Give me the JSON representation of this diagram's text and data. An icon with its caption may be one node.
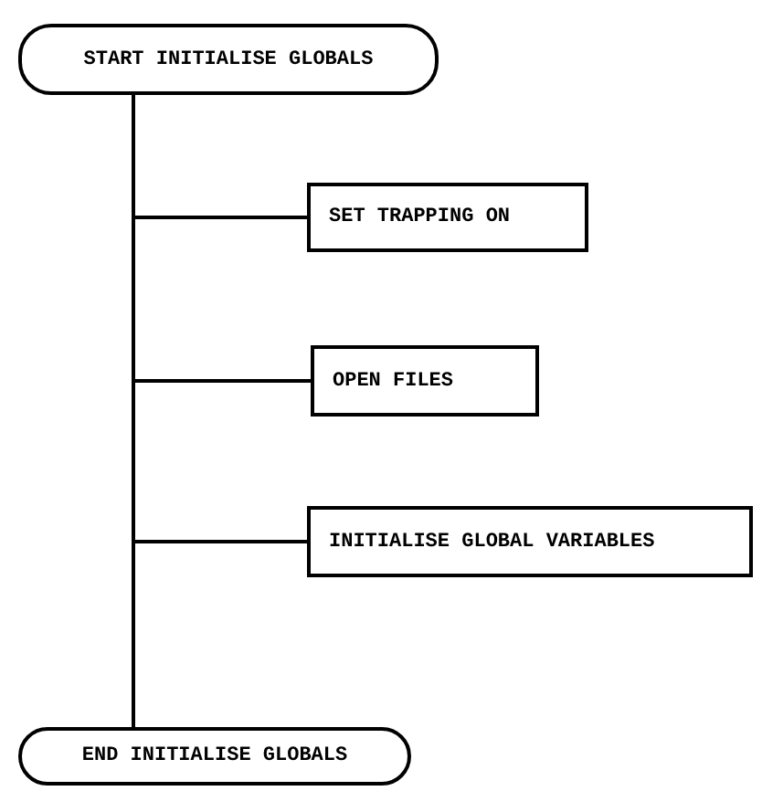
{
  "diagram": {
    "nodes": [
      {
        "text": [
          "START INITIALISE GLOBALS"
        ]
      },
      {
        "text": [
          "SET TRAPPING ON"
        ]
      },
      {
        "text": [
          "OPEN FILES"
        ]
      },
      {
        "text": [
          "INITIALISE GLOBAL VARIABLES"
        ]
      },
      {
        "text": [
          "END INITIALISE GLOBALS"
        ]
      }
    ],
    "edges": [
      {
        "from": 0,
        "to": 1,
        "arrow": "none"
      },
      {
        "from": 0,
        "to": 2,
        "arrow": "none"
      },
      {
        "from": 0,
        "to": 3,
        "arrow": "none"
      },
      {
        "from": 0,
        "to": 4,
        "arrow": "none"
      }
    ]
  }
}
